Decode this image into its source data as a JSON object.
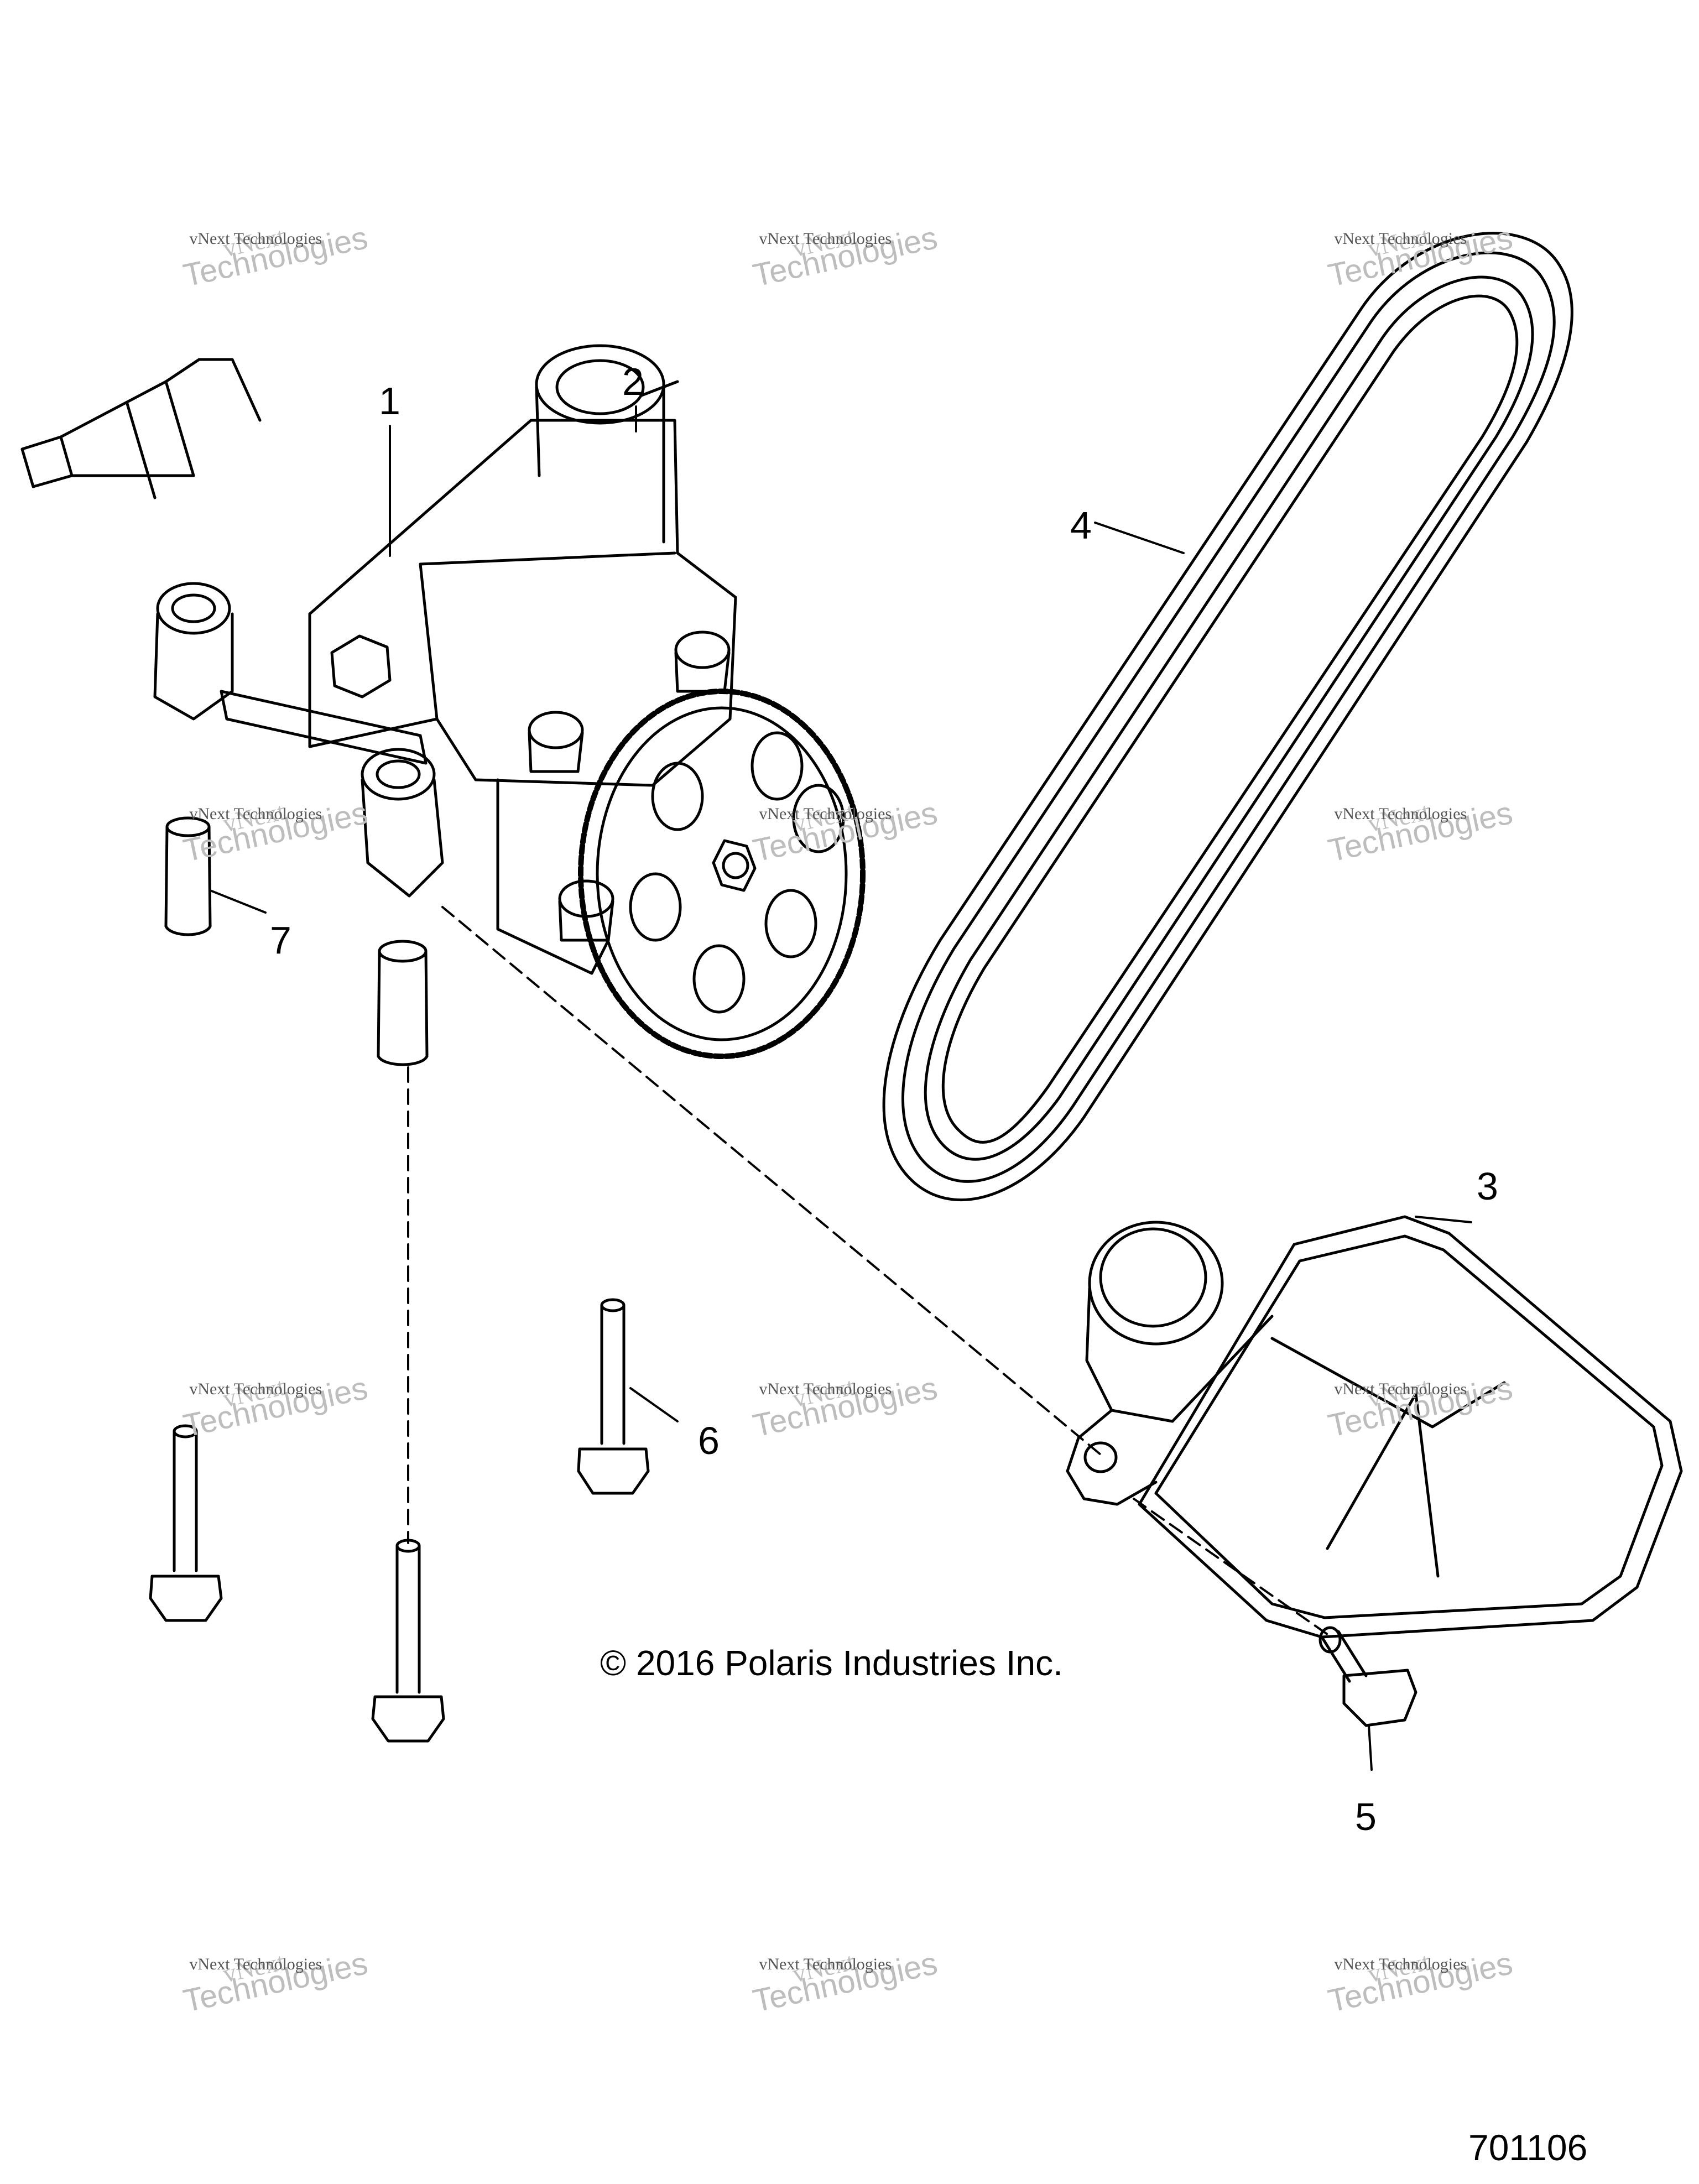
{
  "callouts": [
    "1",
    "2",
    "3",
    "4",
    "5",
    "6",
    "7"
  ],
  "copyright": "© 2016 Polaris Industries Inc.",
  "drawing_number": "701106",
  "watermark": {
    "line1": "vNext",
    "line2": "vNext Technologies",
    "line3": "Technologies"
  },
  "colors": {
    "line": "#000000",
    "background": "#ffffff",
    "watermark": "#bdbdbd"
  }
}
